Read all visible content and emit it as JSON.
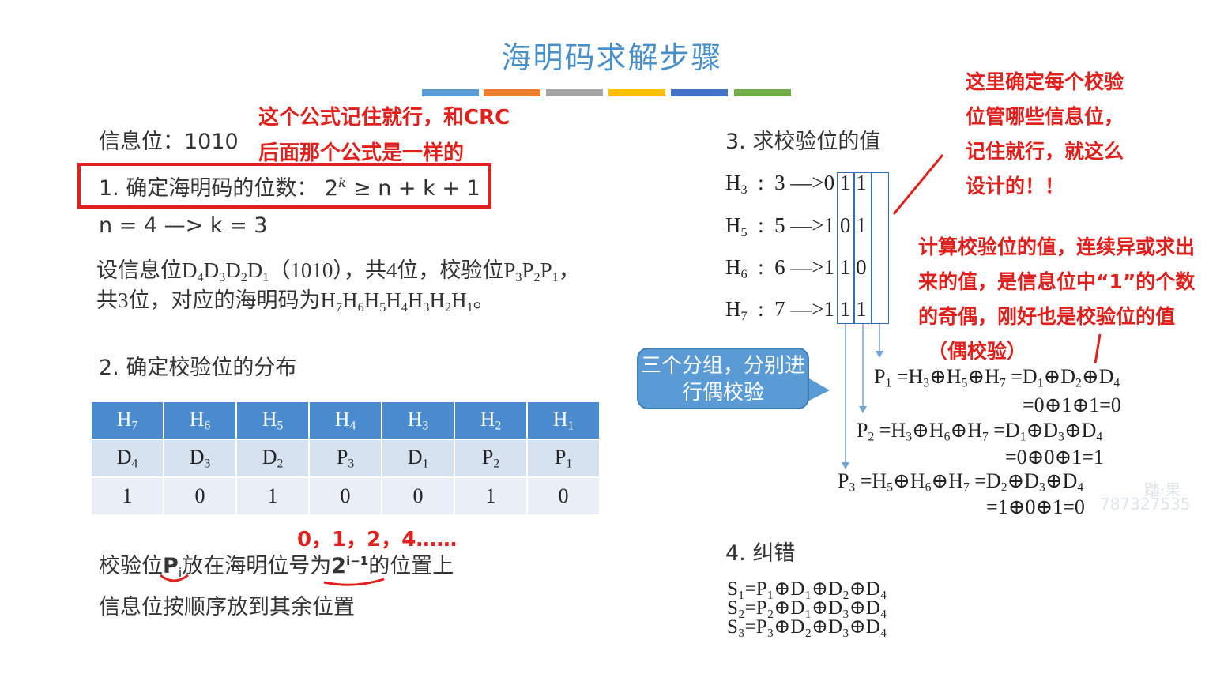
{
  "title": "海明码求解步骤",
  "colors": {
    "title": "#4a90c8",
    "annotation_red": "#e0201c",
    "table_header": "#4a8bd0",
    "callout": "#5b9bd5",
    "bars": [
      "#5b9bd5",
      "#ed7d31",
      "#a5a5a5",
      "#ffc000",
      "#4472c4",
      "#70ad47"
    ]
  },
  "left": {
    "info_bits": "信息位：1010",
    "step1": "1.   确定海明码的位数：  2",
    "step1_exp": "k",
    "step1_rest": " ≥ n + k + 1",
    "nk": "n = 4    —>    k = 3",
    "desc1_a": "设信息位",
    "desc1_b": "（1010），共4位，校验位",
    "desc1_c": "，",
    "desc2_a": "共3位，对应的海明码为",
    "desc2_b": "。",
    "step2": "2.  确定校验位的分布",
    "table_header": [
      "H7",
      "H6",
      "H5",
      "H4",
      "H3",
      "H2",
      "H1"
    ],
    "table_row1": [
      "D4",
      "D3",
      "D2",
      "P3",
      "D1",
      "P2",
      "P1"
    ],
    "table_row2": [
      "1",
      "0",
      "1",
      "0",
      "0",
      "1",
      "0"
    ],
    "rule1_a": "校验位",
    "rule1_p": "P",
    "rule1_i": "i",
    "rule1_b": "放在海明位号为",
    "rule1_two": "2",
    "rule1_exp": "i−1",
    "rule1_c": "的位置上",
    "rule2": "信息位按顺序放到其余位置"
  },
  "annotations": {
    "formula_note_1": "这个公式记住就行，和CRC",
    "formula_note_2": "后面那个公式是一样的",
    "positions": "0，1，2，4……",
    "right_top": [
      "这里确定每个校验",
      "位管哪些信息位，",
      "记住就行，就这么",
      "设计的！！"
    ],
    "right_mid": [
      "计算校验位的值，连续异或求出",
      "来的值，是信息位中“1”的个数",
      "的奇偶，刚好也是校验位的值",
      "（偶校验）"
    ]
  },
  "right": {
    "step3": "3.   求校验位的值",
    "rows": [
      {
        "h": "H",
        "sub": "3",
        "num": "3",
        "bits": [
          "0",
          "1",
          "1"
        ]
      },
      {
        "h": "H",
        "sub": "5",
        "num": "5",
        "bits": [
          "1",
          "0",
          "1"
        ]
      },
      {
        "h": "H",
        "sub": "6",
        "num": "6",
        "bits": [
          "1",
          "1",
          "0"
        ]
      },
      {
        "h": "H",
        "sub": "7",
        "num": "7",
        "bits": [
          "1",
          "1",
          "1"
        ]
      }
    ],
    "callout": "三个分组，分别进行偶校验",
    "p1_eq": "=0⊕1⊕1=0",
    "p2_eq": "=0⊕0⊕1=1",
    "p3_eq": "=1⊕0⊕1=0",
    "step4": "4.  纠错",
    "s1": "S₁=P₁⊕D₁⊕D₂⊕D₄",
    "s2": "S₂=P₂⊕D₁⊕D₃⊕D₄",
    "s3": "S₃=P₃⊕D₂⊕D₃⊕D₄",
    "watermark_1": "踏·果",
    "watermark_2": "787327535"
  }
}
